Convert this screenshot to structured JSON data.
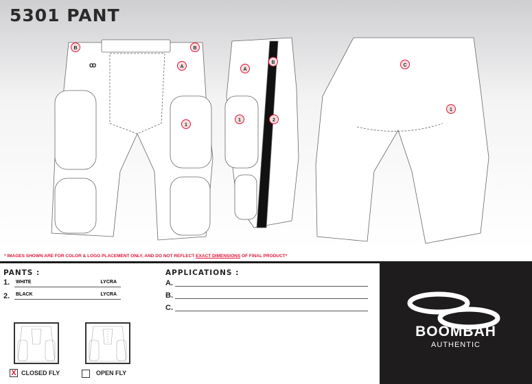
{
  "title": "5301 PANT",
  "disclaimer": {
    "pre": "* IMAGES SHOWN ARE FOR COLOR & LOGO PLACEMENT ONLY, AND DO NOT REFLECT ",
    "em": "EXACT DIMENSIONS",
    "post": " OF FINAL PRODUCT*"
  },
  "callouts": {
    "a": "A",
    "b": "B",
    "c": "C",
    "one": "1",
    "two": "2"
  },
  "pants": {
    "heading": "PANTS :",
    "items": [
      {
        "num": "1.",
        "color": "WHITE",
        "material": "LYCRA"
      },
      {
        "num": "2.",
        "color": "BLACK",
        "material": "LYCRA"
      }
    ]
  },
  "applications": {
    "heading": "APPLICATIONS :",
    "items": [
      "A.",
      "B.",
      "C."
    ]
  },
  "fly": {
    "closed": {
      "label": "CLOSED FLY",
      "checked": true,
      "mark": "X"
    },
    "open": {
      "label": "OPEN FLY",
      "checked": false
    }
  },
  "brand": {
    "name": "BOOMBAH",
    "sub": "AUTHENTIC"
  },
  "colors": {
    "accent": "#e0163a",
    "dark": "#1e1c1d"
  }
}
